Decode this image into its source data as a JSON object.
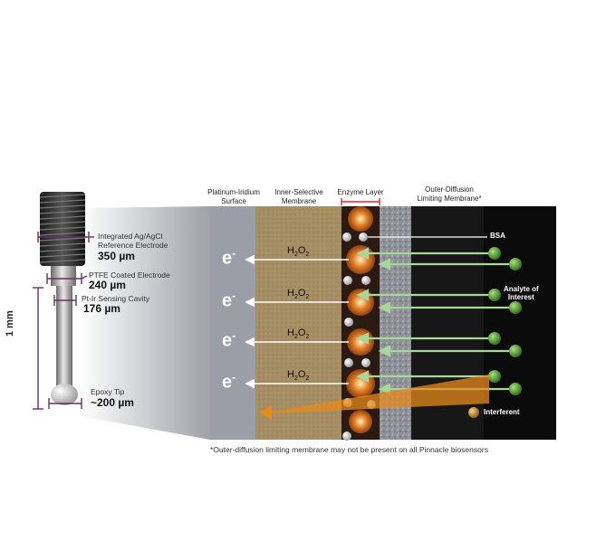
{
  "electrode": {
    "ref_label": "Integrated Ag/AgCl\nReference Electrode",
    "ref_value": "350 µm",
    "ptfe_label": "PTFE Coated Electrode",
    "ptfe_value": "240 µm",
    "ptir_label": "Pt-Ir Sensing Cavity",
    "ptir_value": "176 µm",
    "length_label": "1 mm",
    "tip_label": "Epoxy Tip",
    "tip_value": "~200 µm"
  },
  "layers": {
    "platinum": "Platinum-Iridium\nSurface",
    "inner": "Inner-Selective\nMembrane",
    "enzyme": "Enzyme Layer",
    "outer": "Outer-Diffusion\nLimiting Membrane*"
  },
  "reaction": {
    "electron": "e",
    "electron_sup": "-",
    "h2o2": "H",
    "h2o2_sub": "2",
    "h2o2_o": "O",
    "h2o2_sub2": "2"
  },
  "markers": {
    "bsa": "BSA",
    "analyte": "Analyte of\nInterest",
    "interferent": "Interferent"
  },
  "footnote": "*Outer-diffusion limiting membrane may not be present on all Pinnacle biosensors",
  "colors": {
    "platinum": "#9a9ea6",
    "inner": "#a58e64",
    "enzyme_bg": "#2a1a12",
    "outer": "#8c9096",
    "black": "#0b0b0b",
    "analyte_arrow": "#a9d79a",
    "interferent_arrow": "#e58a1c",
    "bracket": "#6a2d6a",
    "enzyme_bracket": "#d0282e"
  }
}
